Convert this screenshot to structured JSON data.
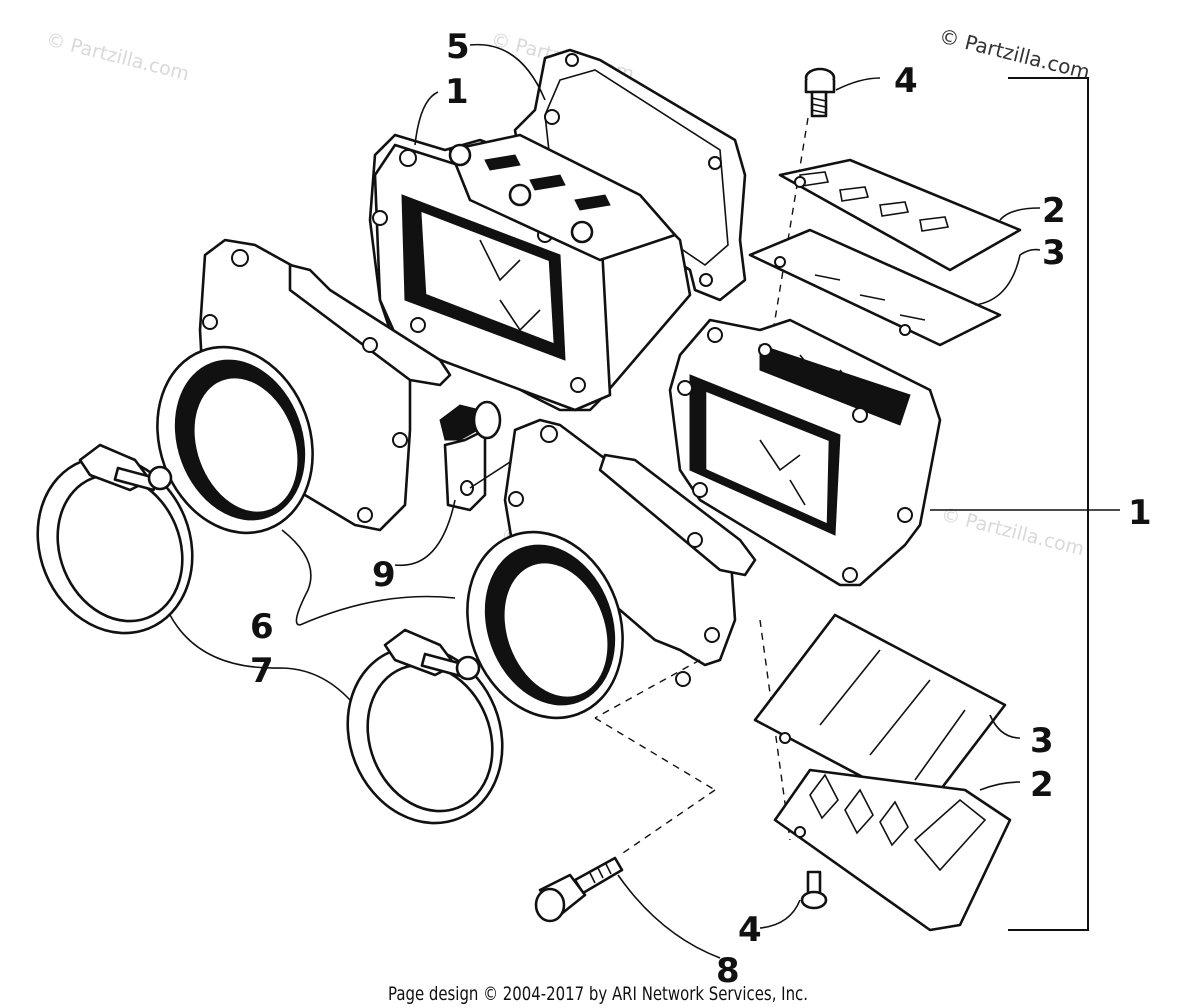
{
  "watermarks": {
    "main": "© Partzilla.com",
    "repeat": "© Partzilla.com"
  },
  "callouts": {
    "c1_top": "1",
    "c1_right": "1",
    "c2_top": "2",
    "c2_bottom": "2",
    "c3_top": "3",
    "c3_bottom": "3",
    "c4_top": "4",
    "c4_bottom": "4",
    "c5": "5",
    "c6": "6",
    "c7": "7",
    "c8": "8",
    "c9": "9"
  },
  "footer": "Page design © 2004-2017 by ARI Network Services, Inc."
}
